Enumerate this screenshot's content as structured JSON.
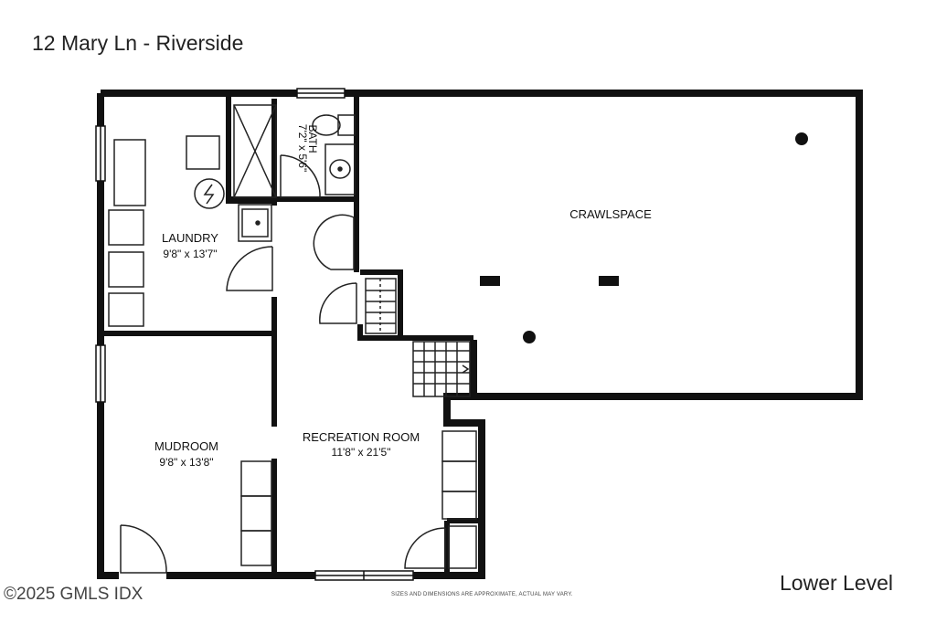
{
  "header": {
    "address": "12 Mary Ln - Riverside"
  },
  "footer": {
    "level_label": "Lower Level",
    "copyright": "©2025 GMLS IDX",
    "disclaimer": "SIZES AND DIMENSIONS ARE APPROXIMATE, ACTUAL MAY VARY."
  },
  "rooms": {
    "laundry": {
      "name": "LAUNDRY",
      "dims": "9'8\" x 13'7\""
    },
    "bath": {
      "name": "BATH",
      "dims": "7'2\" x 5'6\""
    },
    "crawlspace": {
      "name": "CRAWLSPACE"
    },
    "mudroom": {
      "name": "MUDROOM",
      "dims": "9'8\" x 13'8\""
    },
    "recreation": {
      "name": "RECREATION ROOM",
      "dims": "11'8\" x 21'5\""
    }
  }
}
